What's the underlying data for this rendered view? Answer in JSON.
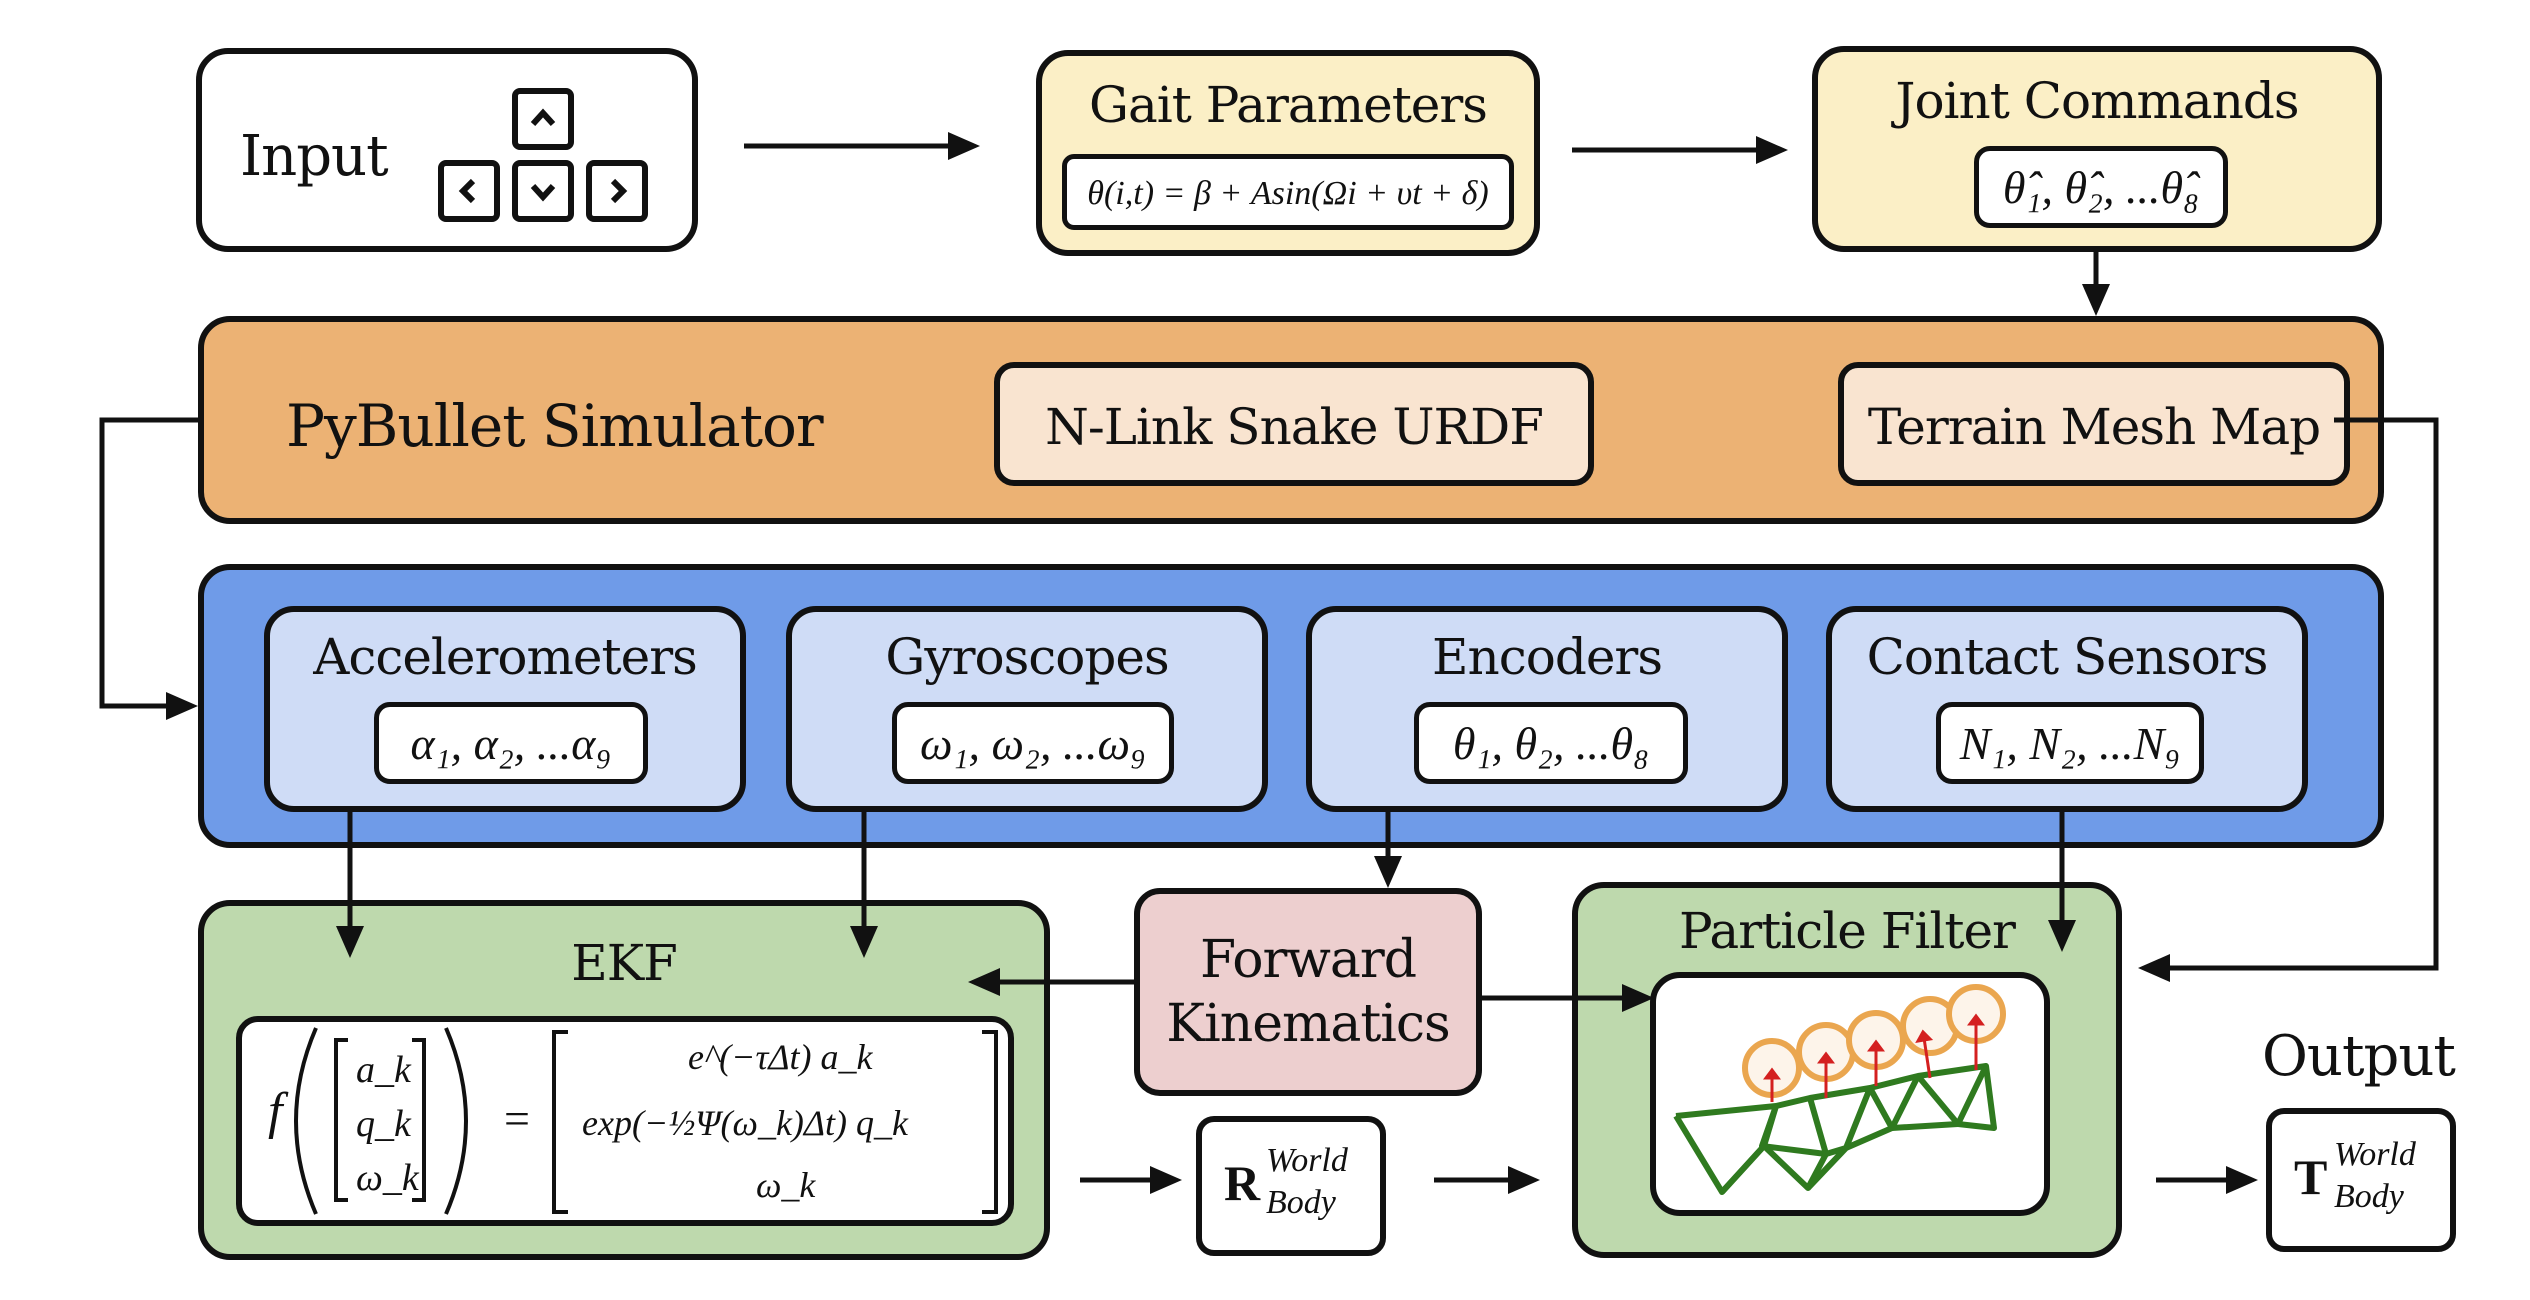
{
  "input": {
    "label": "Input",
    "keys": [
      "up-key",
      "left-key",
      "down-key",
      "right-key"
    ]
  },
  "gait": {
    "title": "Gait Parameters",
    "formula": "θ(i,t) = β + Asin(Ωi + υt + δ)"
  },
  "joint": {
    "title": "Joint Commands",
    "formula": "θ̂₁, θ̂₂, ...θ̂₈"
  },
  "simulator": {
    "title": "PyBullet Simulator",
    "urdf": "N-Link Snake URDF",
    "terrain": "Terrain Mesh Map"
  },
  "sensors": [
    {
      "title": "Accelerometers",
      "formula": "α₁, α₂, ...α₉"
    },
    {
      "title": "Gyroscopes",
      "formula": "ω₁, ω₂, ...ω₉"
    },
    {
      "title": "Encoders",
      "formula": "θ₁, θ₂, ...θ₈"
    },
    {
      "title": "Contact Sensors",
      "formula": "N₁, N₂, ...N₉"
    }
  ],
  "ekf": {
    "title": "EKF",
    "lhs_f": "f",
    "state": [
      "a_k",
      "q_k",
      "ω_k"
    ],
    "eq": "=",
    "rhs": [
      "e^(−τΔt) a_k",
      "exp(−½Ψ(ω_k)Δt) q_k",
      "ω_k"
    ]
  },
  "fk": {
    "title_line1": "Forward",
    "title_line2": "Kinematics"
  },
  "rotation": {
    "symbol": "R",
    "sup": "World",
    "sub": "Body"
  },
  "pf": {
    "title": "Particle Filter"
  },
  "output": {
    "label": "Output",
    "symbol": "T",
    "sup": "World",
    "sub": "Body"
  },
  "colors": {
    "cream": "#fbefc6",
    "orange": "#ecb274",
    "peach": "#f9e4d0",
    "blue_outer": "#6f9be8",
    "blue_inner": "#cfdcf6",
    "green": "#bed9ad",
    "pink": "#edcfcf",
    "snake_green": "#2f7a1f",
    "circle_orange": "#eaa64f",
    "arrow_red": "#d42020"
  }
}
